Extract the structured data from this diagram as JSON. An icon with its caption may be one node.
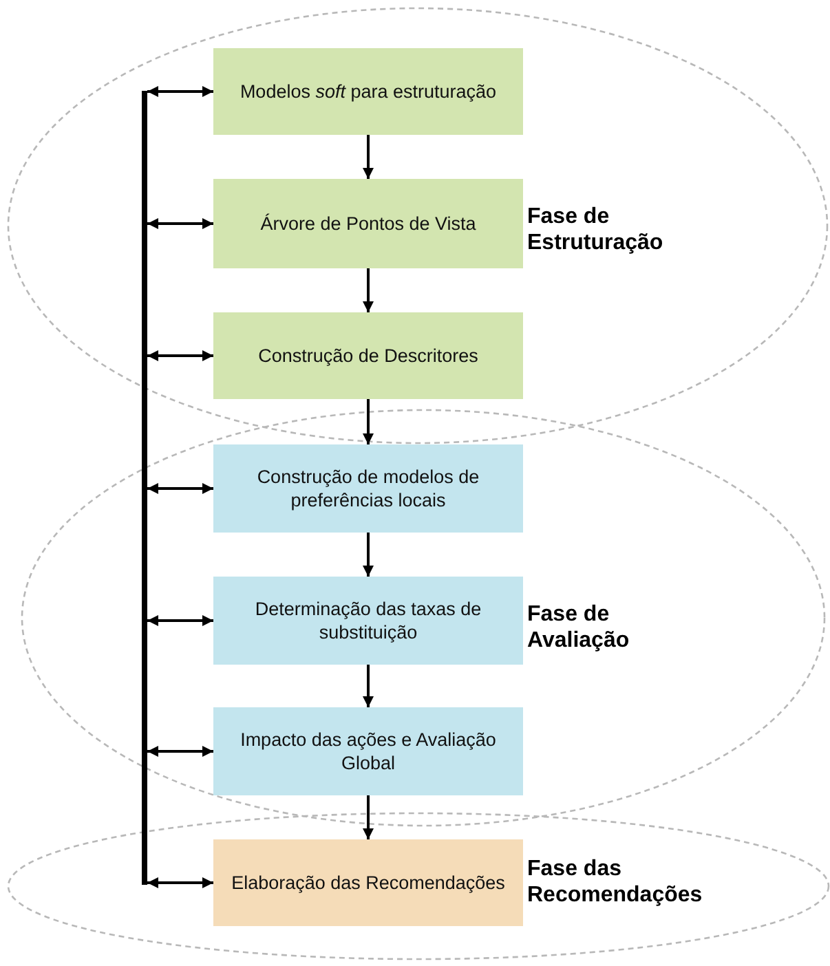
{
  "diagram": {
    "nodes": [
      {
        "text": [
          "Fase de Estruturação"
        ]
      },
      {
        "text": [
          "Fase de Avaliação"
        ]
      },
      {
        "text": [
          "Fase das Recomendações"
        ]
      },
      {
        "text": [
          "Modelos *soft* para estruturação"
        ],
        "in": 0
      },
      {
        "text": [
          "Árvore de Pontos de Vista"
        ],
        "in": 0
      },
      {
        "text": [
          "Construção de Descritores"
        ],
        "in": 0
      },
      {
        "text": [
          "Construção de modelos de preferências locais"
        ],
        "in": 1
      },
      {
        "text": [
          "Determinação das taxas de substituição"
        ],
        "in": 1
      },
      {
        "text": [
          "Impacto das ações e Avaliação Global"
        ],
        "in": 1
      },
      {
        "text": [
          "Elaboração das Recomendações"
        ],
        "in": 2
      },
      {
        "text": [],
        "shape": "bar"
      }
    ],
    "edges": [
      {
        "from": 3,
        "to": 4,
        "arrow": "to"
      },
      {
        "from": 4,
        "to": 5,
        "arrow": "to"
      },
      {
        "from": 5,
        "to": 6,
        "arrow": "to"
      },
      {
        "from": 6,
        "to": 7,
        "arrow": "to"
      },
      {
        "from": 7,
        "to": 8,
        "arrow": "to"
      },
      {
        "from": 8,
        "to": 9,
        "arrow": "to"
      },
      {
        "from": 10,
        "to": 3,
        "arrow": "both"
      },
      {
        "from": 10,
        "to": 4,
        "arrow": "both"
      },
      {
        "from": 10,
        "to": 5,
        "arrow": "both"
      },
      {
        "from": 10,
        "to": 6,
        "arrow": "both"
      },
      {
        "from": 10,
        "to": 7,
        "arrow": "both"
      },
      {
        "from": 10,
        "to": 8,
        "arrow": "both"
      },
      {
        "from": 10,
        "to": 9,
        "arrow": "both"
      }
    ]
  }
}
